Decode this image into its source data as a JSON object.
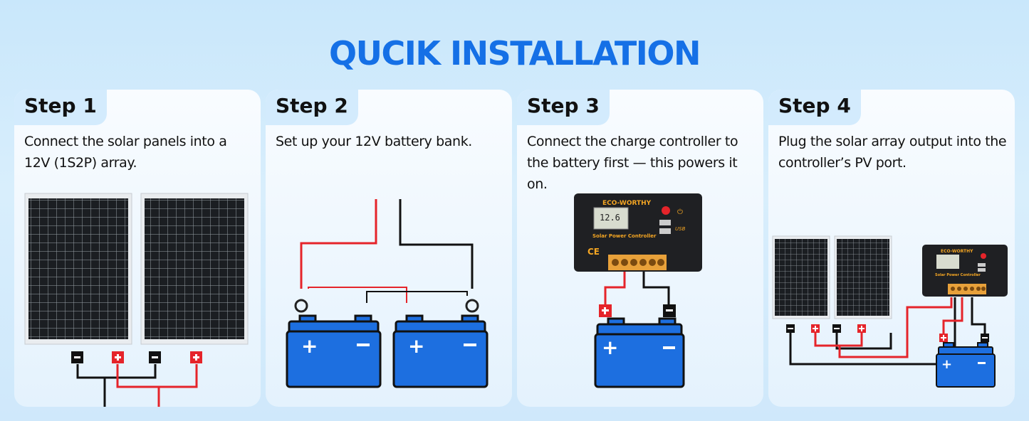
{
  "title": "QUCIK INSTALLATION",
  "steps": [
    {
      "label": "Step 1",
      "text": "Connect the solar panels into a 12V (1S2P) array."
    },
    {
      "label": "Step 2",
      "text": "Set up your 12V battery bank."
    },
    {
      "label": "Step 3",
      "text": "Connect the charge controller to the battery first — this powers it on."
    },
    {
      "label": "Step 4",
      "text": "Plug the solar array output into the controller’s PV port."
    }
  ],
  "controller": {
    "brand": "ECO-WORTHY",
    "name": "Solar Power Controller",
    "display": "12.6",
    "usb_label": "USB",
    "ce_mark": "CE"
  },
  "colors": {
    "accent": "#1570e6",
    "battery": "#1d6fe0",
    "wire_positive": "#e5242a",
    "wire_negative": "#111111"
  }
}
